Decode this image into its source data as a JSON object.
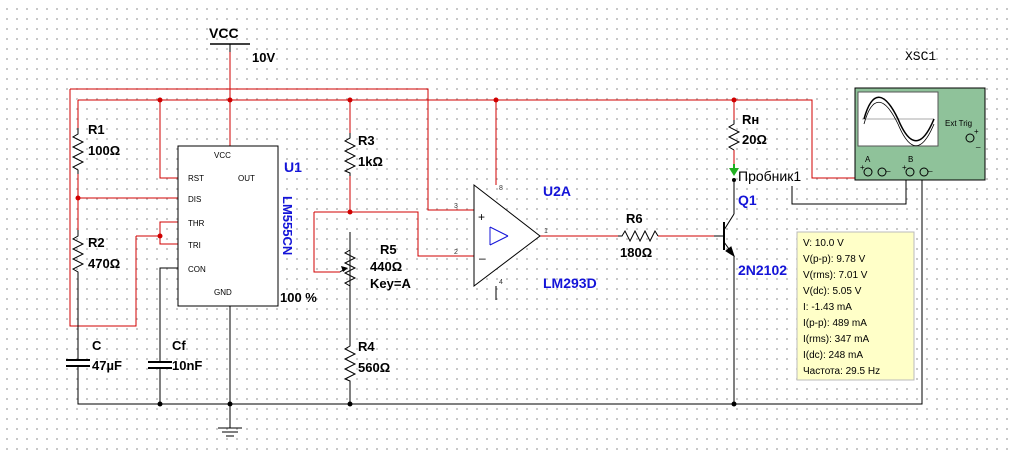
{
  "components": {
    "vcc": {
      "name": "VCC",
      "value": "10V"
    },
    "u1": {
      "ref": "U1",
      "model": "LM555CN",
      "pins": {
        "vcc": "VCC",
        "rst": "RST",
        "out": "OUT",
        "dis": "DIS",
        "thr": "THR",
        "tri": "TRI",
        "con": "CON",
        "gnd": "GND"
      }
    },
    "r1": {
      "ref": "R1",
      "value": "100Ω"
    },
    "r2": {
      "ref": "R2",
      "value": "470Ω"
    },
    "c": {
      "ref": "C",
      "value": "47µF"
    },
    "cf": {
      "ref": "Cf",
      "value": "10nF"
    },
    "r3": {
      "ref": "R3",
      "value": "1kΩ"
    },
    "r4": {
      "ref": "R4",
      "value": "560Ω"
    },
    "r5": {
      "ref": "R5",
      "value": "440Ω",
      "key": "Key=A",
      "percent": "100 %"
    },
    "u2a": {
      "ref": "U2A",
      "model": "LM293D",
      "pins": {
        "p3": "3",
        "p2": "2",
        "p8": "8",
        "p4": "4",
        "p1": "1"
      }
    },
    "r6": {
      "ref": "R6",
      "value": "180Ω"
    },
    "rn": {
      "ref": "Rн",
      "value": "20Ω"
    },
    "q1": {
      "ref": "Q1",
      "model": "2N2102"
    },
    "probe": {
      "name": "Пробник1"
    },
    "xsc1": {
      "name": "XSC1",
      "channel_a": "A",
      "channel_b": "B",
      "ext_trig": "Ext Trig",
      "plus": "+",
      "minus": "_"
    }
  },
  "probe_readout": [
    "V: 10.0 V",
    "V(p-p): 9.78 V",
    "V(rms): 7.01 V",
    "V(dc): 5.05 V",
    "I: -1.43 mA",
    "I(p-p): 489 mA",
    "I(rms): 347 mA",
    "I(dc): 248 mA",
    "Частота: 29.5 Hz"
  ],
  "colors": {
    "wire_red": "#d00000",
    "wire_black": "#000000",
    "label_blue": "#1414d8",
    "readout_bg": "#ffffc8",
    "scope_green": "#8fc29a",
    "probe_arrow": "#21b021"
  }
}
